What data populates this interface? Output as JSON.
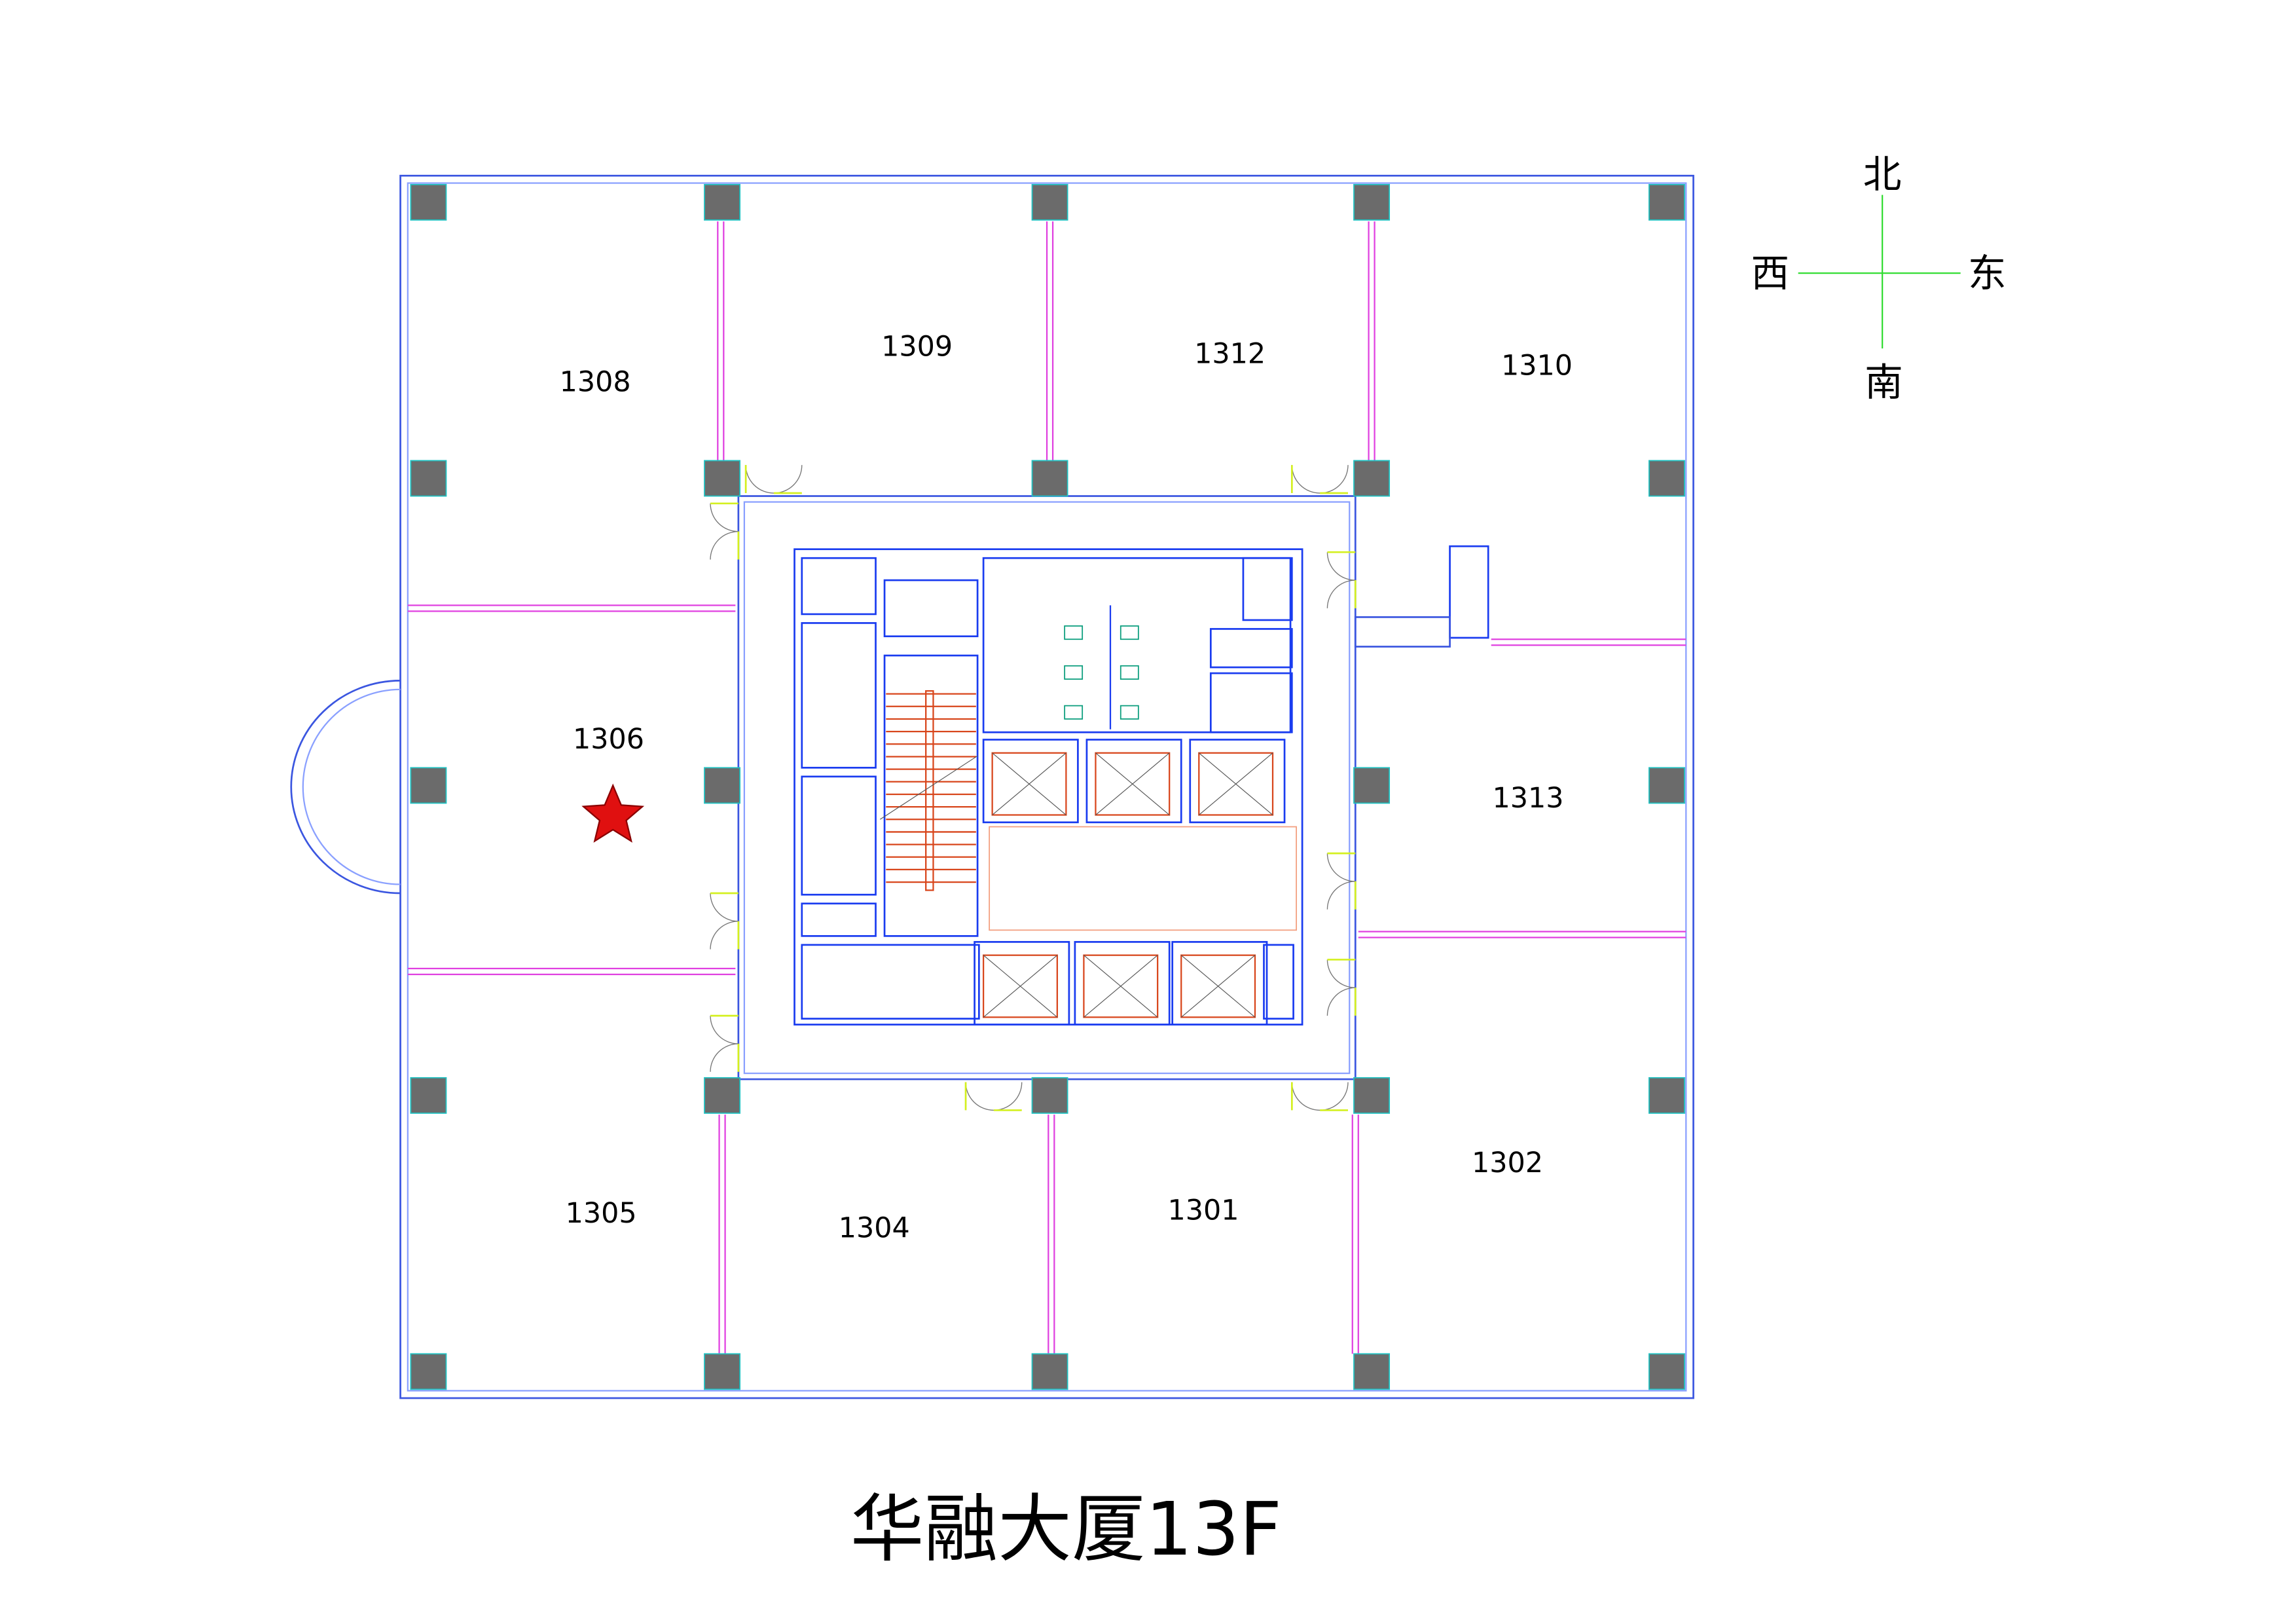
{
  "title": "华融大厦13F",
  "compass": {
    "north": "北",
    "south": "南",
    "west": "西",
    "east": "东",
    "line_color": "#33dd33"
  },
  "rooms": [
    {
      "id": "1308"
    },
    {
      "id": "1309"
    },
    {
      "id": "1312"
    },
    {
      "id": "1310"
    },
    {
      "id": "1306"
    },
    {
      "id": "1313"
    },
    {
      "id": "1305"
    },
    {
      "id": "1304"
    },
    {
      "id": "1301"
    },
    {
      "id": "1302"
    }
  ],
  "marker": {
    "icon": "star-icon",
    "room": "1306",
    "color": "#e01010"
  },
  "colors": {
    "wall": "#3b56e0",
    "partition": "#e040e0",
    "column": "#6b6b6b",
    "door": "#d4f020",
    "stair": "#d8461c"
  }
}
